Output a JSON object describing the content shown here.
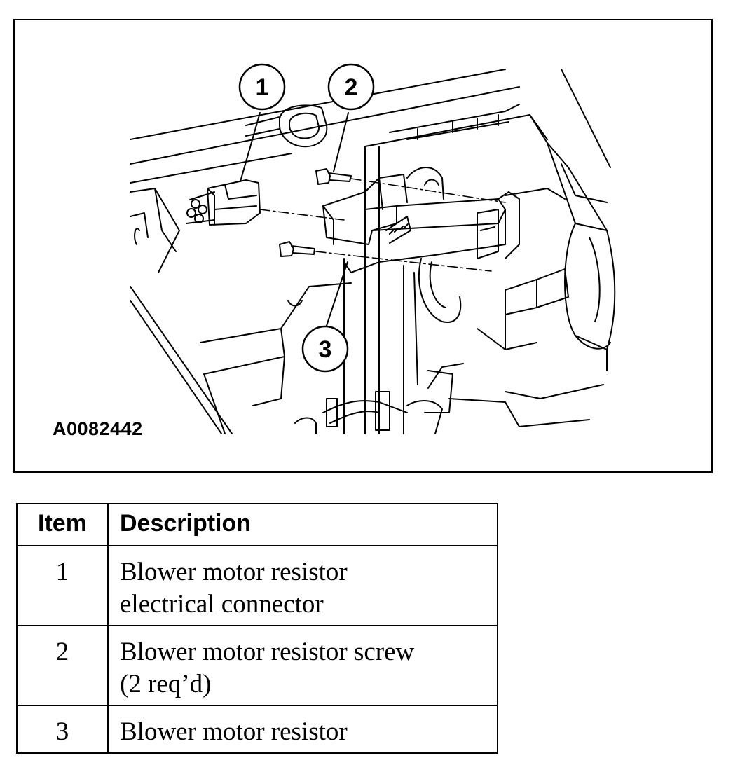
{
  "figure": {
    "id_label": "A0082442",
    "callouts": [
      "1",
      "2",
      "3"
    ]
  },
  "legend": {
    "headers": {
      "item": "Item",
      "description": "Description"
    },
    "rows": [
      {
        "item": "1",
        "description_lines": [
          "Blower motor resistor",
          "electrical connector"
        ]
      },
      {
        "item": "2",
        "description_lines": [
          "Blower motor resistor screw",
          "(2 req’d)"
        ]
      },
      {
        "item": "3",
        "description_lines": [
          "Blower motor resistor"
        ]
      }
    ]
  }
}
